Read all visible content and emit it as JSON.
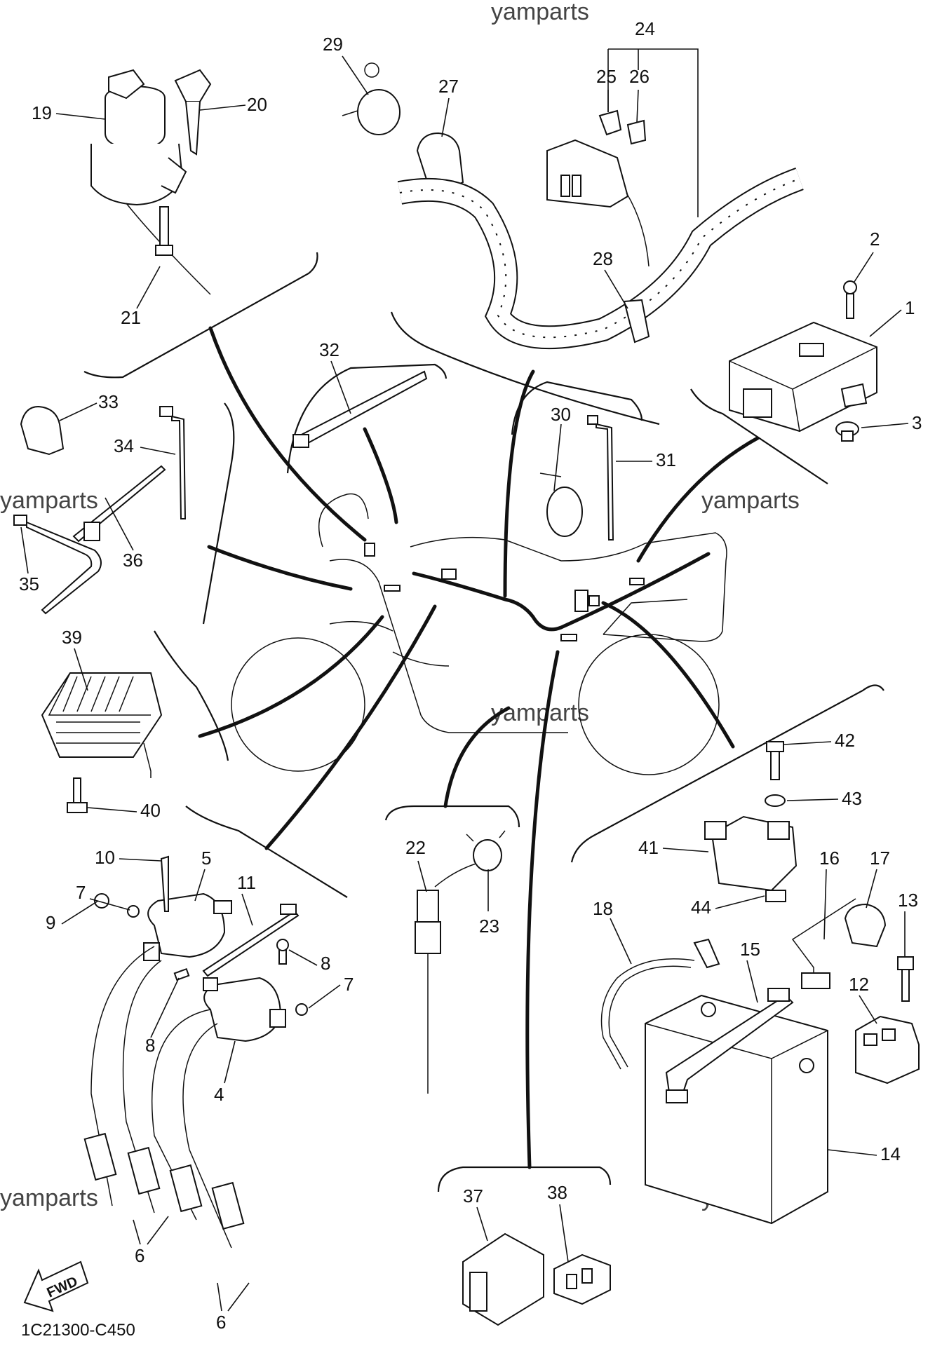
{
  "watermarks": [
    "yamparts",
    "yamparts",
    "yamparts",
    "yamparts",
    "yamparts",
    "yamparts"
  ],
  "drawing_code": "1C21300-C450",
  "fwd_label": "FWD",
  "callouts": [
    "1",
    "2",
    "3",
    "4",
    "5",
    "6",
    "6",
    "7",
    "7",
    "8",
    "8",
    "9",
    "10",
    "11",
    "12",
    "13",
    "14",
    "15",
    "16",
    "17",
    "18",
    "19",
    "20",
    "21",
    "22",
    "23",
    "24",
    "25",
    "26",
    "27",
    "28",
    "29",
    "30",
    "31",
    "32",
    "33",
    "34",
    "35",
    "36",
    "37",
    "38",
    "39",
    "40",
    "41",
    "42",
    "43",
    "44"
  ]
}
